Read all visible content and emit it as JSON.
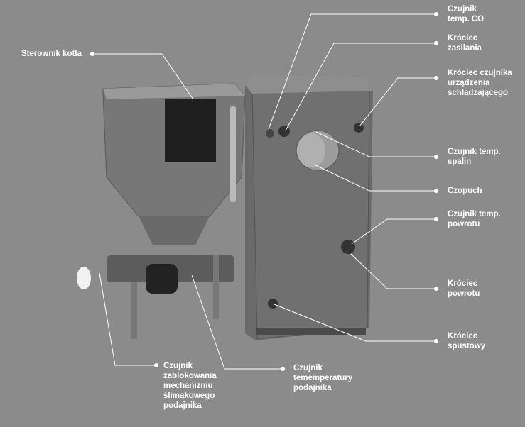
{
  "labels": {
    "controller": "Sterownik kotła",
    "temp_co_sensor": "Czujnik\ntemp. CO",
    "supply_connector": "Króciec\nzasilania",
    "cooling_sensor_connector": "Króciec czujnika\nurządzenia\nschładzającego",
    "flue_gas_sensor": "Czujnik temp.\nspalin",
    "flue": "Czopuch",
    "return_temp_sensor": "Czujnik temp.\npowrotu",
    "return_connector": "Króciec\npowrotu",
    "drain_connector": "Króciec\nspustowy",
    "feeder_block_sensor": "Czujnik\nzablokowania\nmechanizmu\nślimakowego\npodajnika",
    "feeder_temp_sensor": "Czujnik\ntememperatury\npodajnika"
  },
  "colors": {
    "background": "#8b8b8b",
    "line": "#ffffff",
    "body": "#6e6e6e"
  }
}
